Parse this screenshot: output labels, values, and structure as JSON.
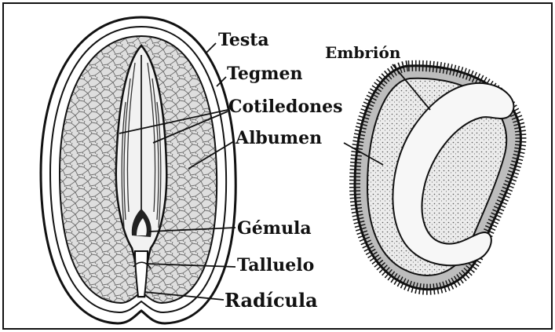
{
  "labels": {
    "testa": "Testa",
    "tegmen": "Tegmen",
    "cotiledones": "Cotiledones",
    "albumen": "Albumen",
    "gemula": "Gémula",
    "talluelo": "Talluelo",
    "radicula": "Radícula",
    "embrion": "Embrión"
  },
  "colors": {
    "ink": "#111111",
    "paper": "#ffffff",
    "tissue": "#d9d9d9",
    "albumen_fill": "#e6e6e6",
    "embryo_fill": "#f7f7f7"
  }
}
